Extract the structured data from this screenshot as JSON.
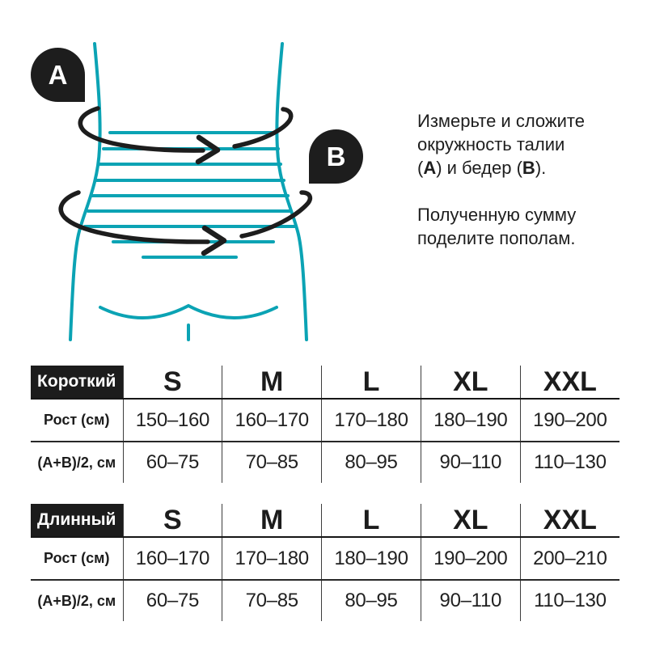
{
  "colors": {
    "teal": "#0ba3b4",
    "ink": "#1d1d1d"
  },
  "diagram": {
    "label_a": "A",
    "label_b": "B"
  },
  "instructions": {
    "p1_line1": "Измерьте и сложите",
    "p1_line2": "окружность талии",
    "p1_l3_open": "(",
    "p1_l3_a": "А",
    "p1_l3_mid": ") и бедер (",
    "p1_l3_b": "В",
    "p1_l3_close": ").",
    "p2_line1": "Полученную сумму",
    "p2_line2": "поделите пополам."
  },
  "tables": [
    {
      "label": "Короткий",
      "sizes": [
        "S",
        "M",
        "L",
        "XL",
        "XXL"
      ],
      "rows": [
        {
          "label": "Рост (см)",
          "values": [
            "150–160",
            "160–170",
            "170–180",
            "180–190",
            "190–200"
          ]
        },
        {
          "label": "(А+В)/2, см",
          "values": [
            "60–75",
            "70–85",
            "80–95",
            "90–110",
            "110–130"
          ]
        }
      ]
    },
    {
      "label": "Длинный",
      "sizes": [
        "S",
        "M",
        "L",
        "XL",
        "XXL"
      ],
      "rows": [
        {
          "label": "Рост (см)",
          "values": [
            "160–170",
            "170–180",
            "180–190",
            "190–200",
            "200–210"
          ]
        },
        {
          "label": "(А+В)/2, см",
          "values": [
            "60–75",
            "70–85",
            "80–95",
            "90–110",
            "110–130"
          ]
        }
      ]
    }
  ]
}
